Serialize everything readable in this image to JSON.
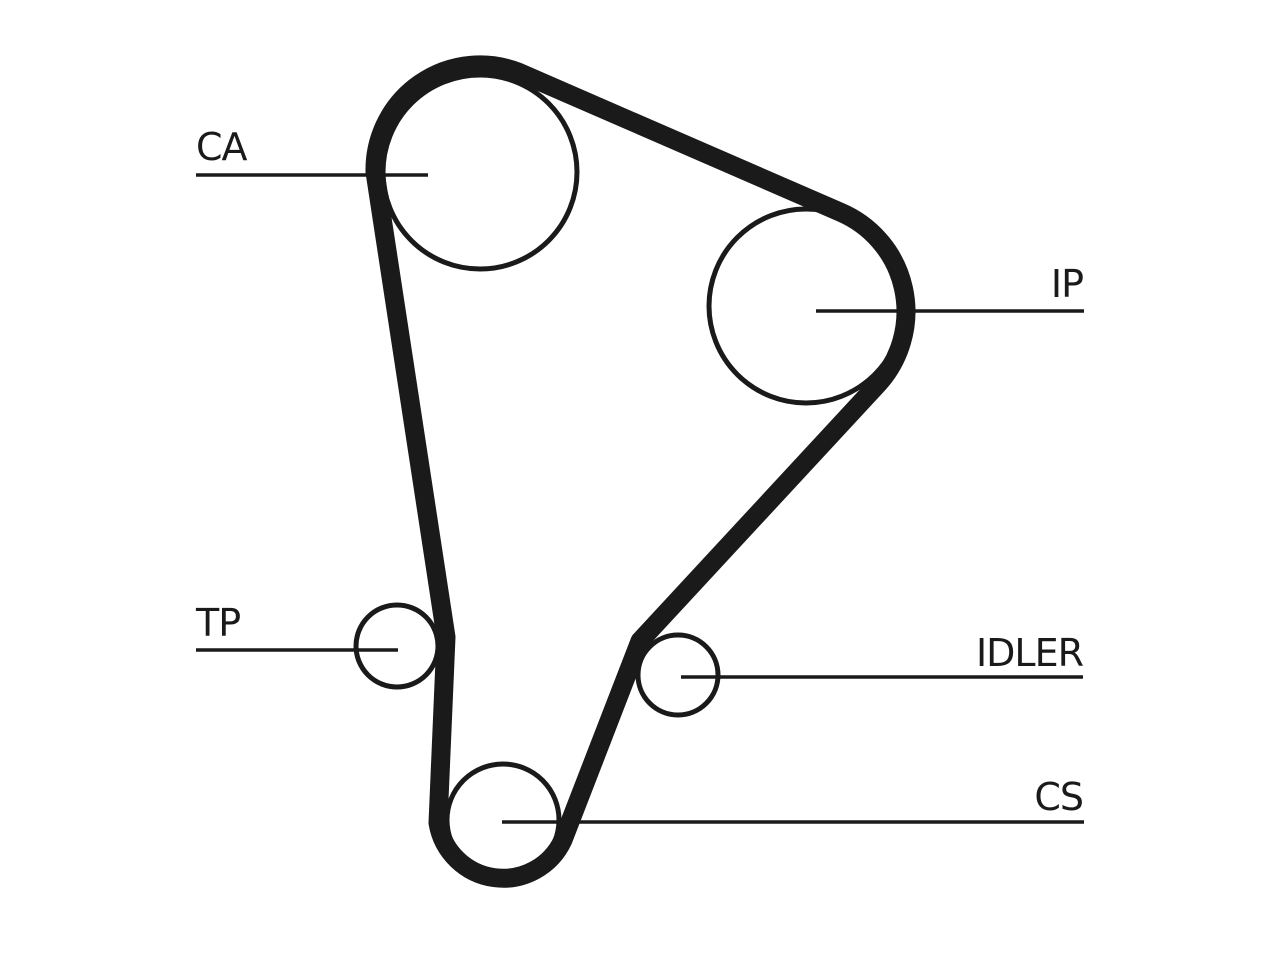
{
  "labels": {
    "ca": "CA",
    "ip": "IP",
    "tp": "TP",
    "idler": "IDLER",
    "cs": "CS"
  },
  "colors": {
    "ink": "#1a1a1a",
    "background": "#ffffff"
  }
}
